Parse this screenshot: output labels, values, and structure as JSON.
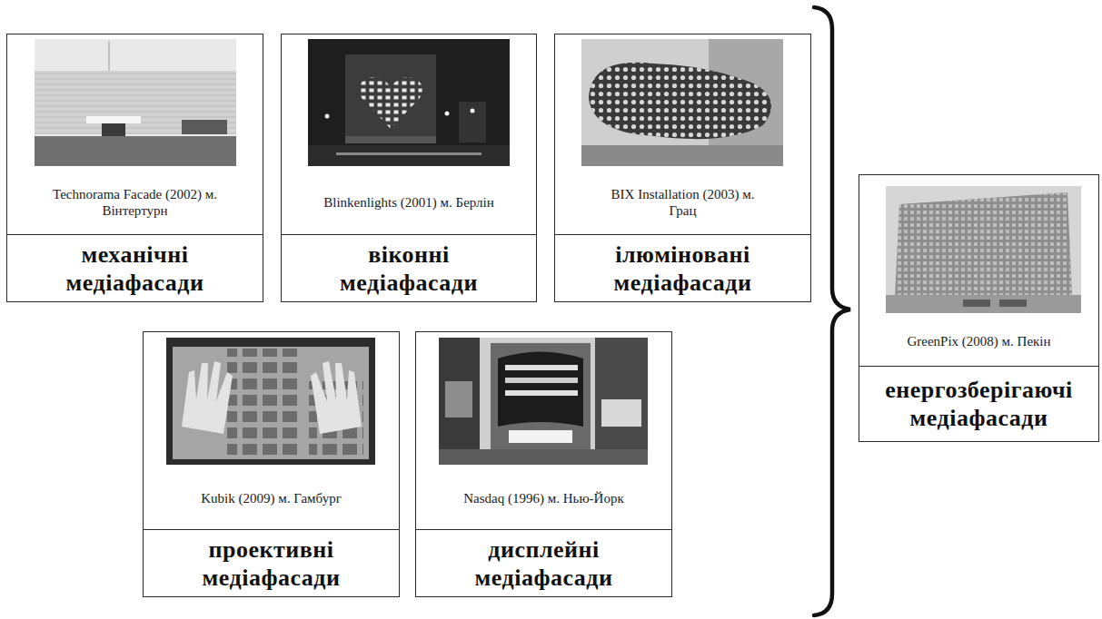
{
  "diagram": {
    "nodes": [
      {
        "text": [
          "Technorama Facade (2002) м. Вінтертурн",
          "механічні медіафасади"
        ]
      },
      {
        "text": [
          "Blinkenlights (2001) м. Берлін",
          "віконні медіафасади"
        ]
      },
      {
        "text": [
          "BIX Installation (2003) м. Грац",
          "ілюміновані медіафасади"
        ]
      },
      {
        "text": [
          "Kubik (2009) м. Гамбург",
          "проективні медіафасади"
        ]
      },
      {
        "text": [
          "Nasdaq (1996) м. Нью-Йорк",
          "дисплейні медіафасади"
        ]
      },
      {
        "text": [
          "GreenPix (2008) м. Пекін",
          "енергозберігаючі медіафасади"
        ]
      }
    ]
  }
}
